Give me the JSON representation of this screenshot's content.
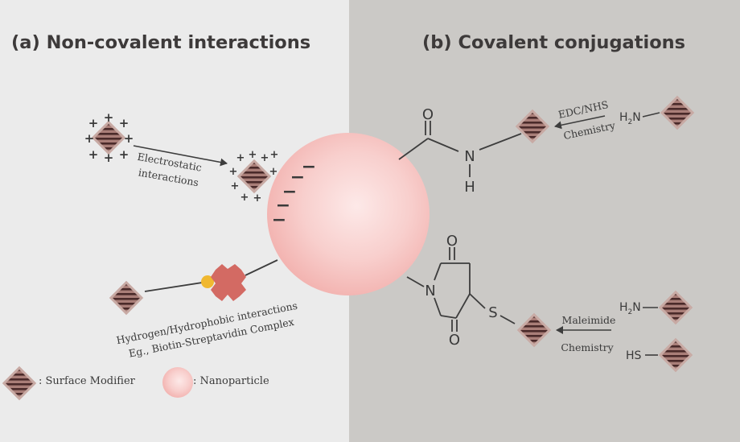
{
  "panels": {
    "left": {
      "title": "(a) Non-covalent interactions",
      "background": "#ebebeb",
      "electrostatic_label": [
        "Electrostatic",
        "interactions"
      ],
      "hydrophobic_label": [
        "Hydrogen/Hydrophobic interactions",
        "Eg., Biotin-Streptavidin Complex"
      ],
      "plus_symbol": "+",
      "minus_symbol": "−"
    },
    "right": {
      "title": "(b) Covalent conjugations",
      "background": "#cbc9c6",
      "amide": {
        "oxygen": "O",
        "nitrogen": "N",
        "hydrogen": "H"
      },
      "edc_label": [
        "EDC/NHS",
        "Chemistry"
      ],
      "amine_reagent": {
        "h": "H",
        "subscript": "2",
        "n": "N"
      },
      "maleimide": {
        "oxygen_top": "O",
        "oxygen_bottom": "O",
        "nitrogen": "N",
        "sulfur": "S"
      },
      "maleimide_label": [
        "Maleimide",
        "Chemistry"
      ],
      "amine_reagent_2": {
        "h": "H",
        "subscript": "2",
        "n": "N"
      },
      "thiol_reagent": "HS"
    }
  },
  "legend": {
    "modifier_label": ": Surface Modifier",
    "nanoparticle_label": ": Nanoparticle"
  },
  "colors": {
    "modifier_fill": "#a97e78",
    "modifier_stripe": "#4a2a2a",
    "nanoparticle": "#f7c4c2",
    "streptavidin": "#d36a63",
    "biotin": "#f0b830",
    "line": "#3d3d3d"
  },
  "icons": {
    "modifier": "hatched-diamond-icon",
    "nanoparticle": "pink-sphere-icon",
    "streptavidin": "cross-blob-icon",
    "biotin": "yellow-dot-icon"
  }
}
